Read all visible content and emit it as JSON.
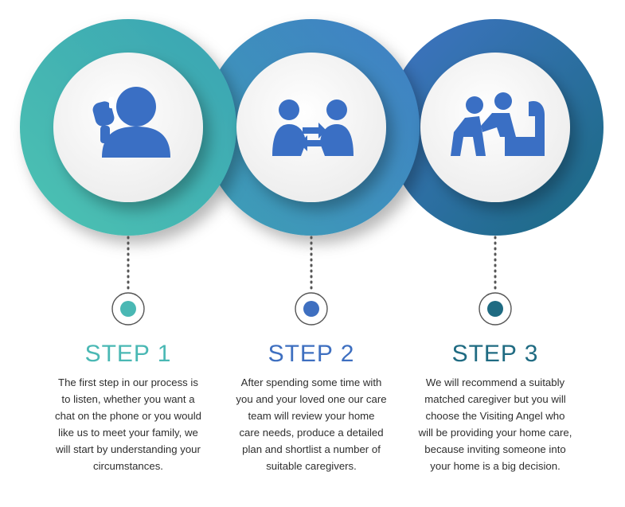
{
  "colors": {
    "step1": "#4ab8b4",
    "step2": "#3e6fc0",
    "step3": "#1f6b82",
    "icon": "#3a6fc4",
    "text": "#2e2e2e"
  },
  "steps": [
    {
      "title": "STEP 1",
      "icon": "phone-call-icon",
      "lines": [
        "The first step in our process is",
        "to listen, whether you want a",
        "chat on the phone or you would",
        "like us to meet your family, we",
        "will start by understanding your",
        "circumstances."
      ]
    },
    {
      "title": "STEP 2",
      "icon": "exchange-people-icon",
      "lines": [
        "After spending some time with",
        "you and your loved one our care",
        "team will review your home",
        "care needs, produce a detailed",
        "plan and shortlist a number of",
        "suitable caregivers."
      ]
    },
    {
      "title": "STEP 3",
      "icon": "caregiver-senior-icon",
      "lines": [
        "We will recommend a suitably",
        "matched caregiver but you will",
        "choose the Visiting Angel who",
        "will be providing your home care,",
        "because inviting someone into",
        "your home is a big decision."
      ]
    }
  ]
}
